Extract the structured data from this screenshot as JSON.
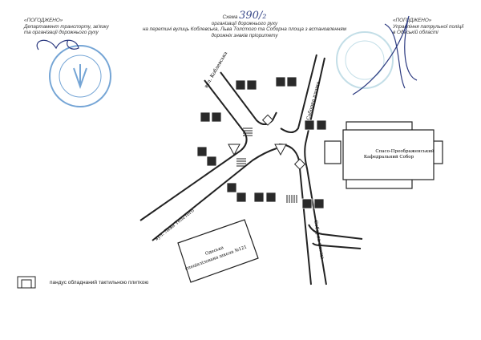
{
  "left_approval": {
    "title": "«ПОГОДЖЕНО»",
    "line1": "Департамент транспорту, зв'язку",
    "line2": "та організації дорожнього руху"
  },
  "center": {
    "scheme_label": "Схема",
    "scheme_number": "390/₂",
    "line1": "організації дорожнього руху",
    "line2": "на перетині вулиць Коблевська, Льва Толстого та Соборна площа з встановленням",
    "line3": "дорожніх знаків пріоритету"
  },
  "right_approval": {
    "title": "«ПОГОДЖЕНО»",
    "line1": "Управління патрульної поліції",
    "line2": "в Одеській області"
  },
  "map": {
    "street_koblevska": "вул. Коблевська",
    "street_soborna_top": "Соборна площа",
    "street_soborna_bottom": "Соборна площа",
    "street_tolstoho": "вул. Льва Толстого",
    "cathedral_line1": "Спасо-Преображенський",
    "cathedral_line2": "Кафедральний Собор",
    "school_line1": "Одеська",
    "school_line2": "спеціалізована школа №121"
  },
  "legend": {
    "ramp": "пандус обладнаний тактильною плиткою"
  },
  "colors": {
    "stamp": "#3b7fc4",
    "ink": "#222222",
    "sign": "#2a2a2a"
  }
}
